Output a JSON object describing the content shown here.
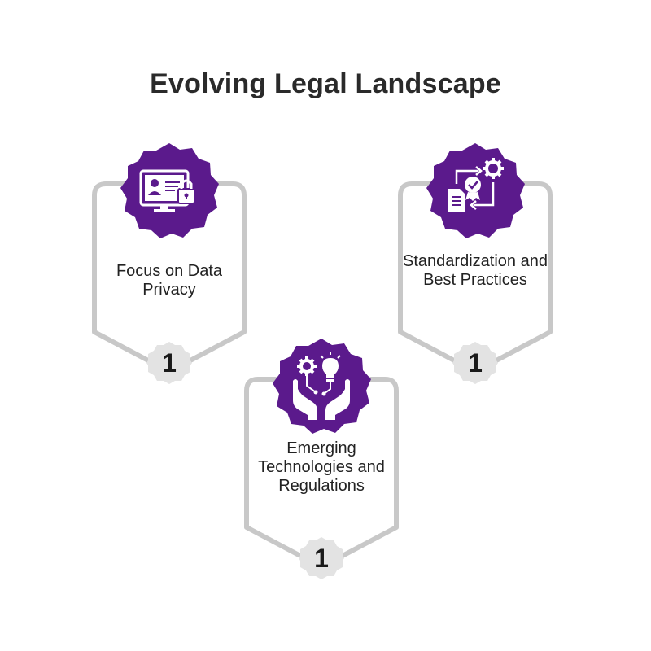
{
  "title": "Evolving Legal Landscape",
  "colors": {
    "accent": "#5b1a8c",
    "frame": "#c8c8c8",
    "badge": "#e3e3e3"
  },
  "cards": [
    {
      "icon": "data-privacy-icon",
      "text": "Focus on Data Privacy",
      "number": "1"
    },
    {
      "icon": "standardization-icon",
      "text": "Standardization and Best Practices",
      "number": "1"
    },
    {
      "icon": "emerging-tech-icon",
      "text": "Emerging Technologies and Regulations",
      "number": "1"
    }
  ]
}
